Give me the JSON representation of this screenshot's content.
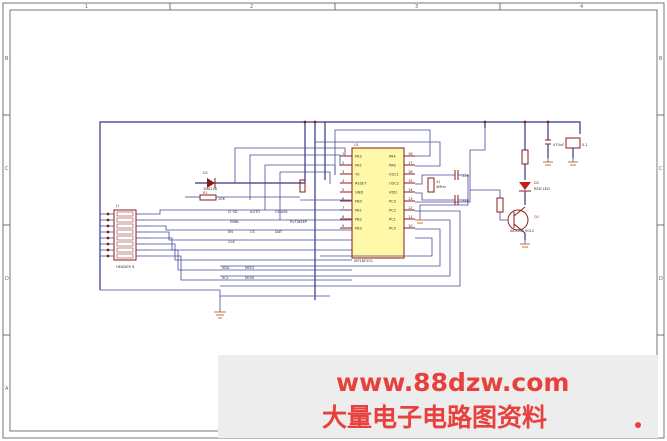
{
  "sheet": {
    "col_labels": [
      "1",
      "2",
      "3",
      "4"
    ],
    "row_labels": [
      "B",
      "C",
      "D",
      "A"
    ]
  },
  "components": {
    "mcu_label": "U1",
    "mcu_part": "ISP16F201",
    "mcu_left_pins": [
      "PA3",
      "PA5",
      "T0",
      "RESET",
      "GND",
      "PB0",
      "PB1",
      "PB2",
      "PB3"
    ],
    "mcu_right_pins": [
      "PA4",
      "PA6",
      "OSC1",
      "OSC2",
      "VDD",
      "PC3",
      "PC2",
      "PC1",
      "PC0"
    ],
    "connector_label": "J1",
    "connector_part": "HEADER 8",
    "diode_label": "D1",
    "diode_part": "1N4148",
    "led_label": "D2",
    "led_part": "RED LED",
    "transistor_label": "Q1",
    "transistor_part": "S8550B 9012",
    "crystal_label": "X1",
    "crystal_part": "4MHz",
    "r1_label": "R1",
    "r1_value": "10K",
    "cap_a": "22P",
    "cap_b": "22P",
    "cap_c": "470uF",
    "cap_d": "0.1"
  },
  "net_labels": [
    "I2 SD",
    "AUTO",
    "CMASK",
    "ENBL",
    "PVT/BEEP",
    "EN",
    "CS",
    "DAT",
    "CLK",
    "SDA",
    "SCL",
    "MISO",
    "MOSI"
  ],
  "watermark": {
    "url": "www.88dzw.com",
    "cn": "大量电子电路图资料"
  }
}
